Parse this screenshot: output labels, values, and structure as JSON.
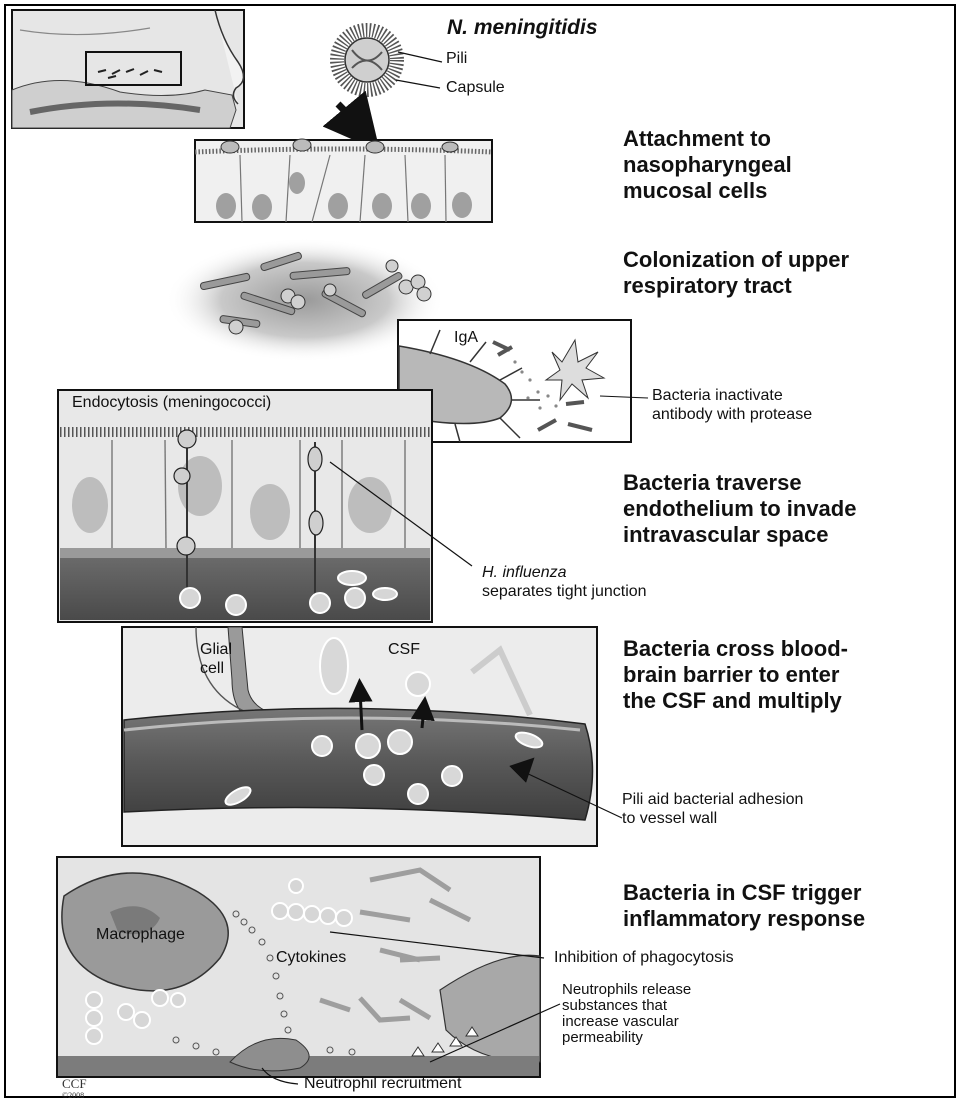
{
  "organism": "N. meningitidis",
  "organism_parts": {
    "pili": "Pili",
    "capsule": "Capsule"
  },
  "steps": [
    [
      "Attachment to",
      "nasopharyngeal",
      "mucosal cells"
    ],
    [
      "Colonization of upper",
      "respiratory tract"
    ],
    [
      "Bacteria traverse",
      "endothelium to invade",
      "intravascular space"
    ],
    [
      "Bacteria cross blood-",
      "brain barrier to enter",
      "the CSF and multiply"
    ],
    [
      "Bacteria in CSF trigger",
      "inflammatory response"
    ]
  ],
  "labels": {
    "iga": "IgA",
    "protease_note": [
      "Bacteria inactivate",
      "antibody with protease"
    ],
    "endocytosis": "Endocytosis (meningococci)",
    "h_influenza_name": "H. influenza",
    "h_influenza_rest": " separates tight junction",
    "glial_cell": [
      "Glial",
      "cell"
    ],
    "csf": "CSF",
    "pili_note": [
      "Pili aid bacterial adhesion",
      "to vessel wall"
    ],
    "macrophage": "Macrophage",
    "cytokines": "Cytokines",
    "phagocytosis": "Inhibition of phagocytosis",
    "neutrophils_note": [
      "Neutrophils release",
      "substances that",
      "increase vascular",
      "permeability"
    ],
    "neutrophil_recruitment": "Neutrophil recruitment"
  },
  "credit": {
    "org": "CCF",
    "year": "©2008"
  }
}
